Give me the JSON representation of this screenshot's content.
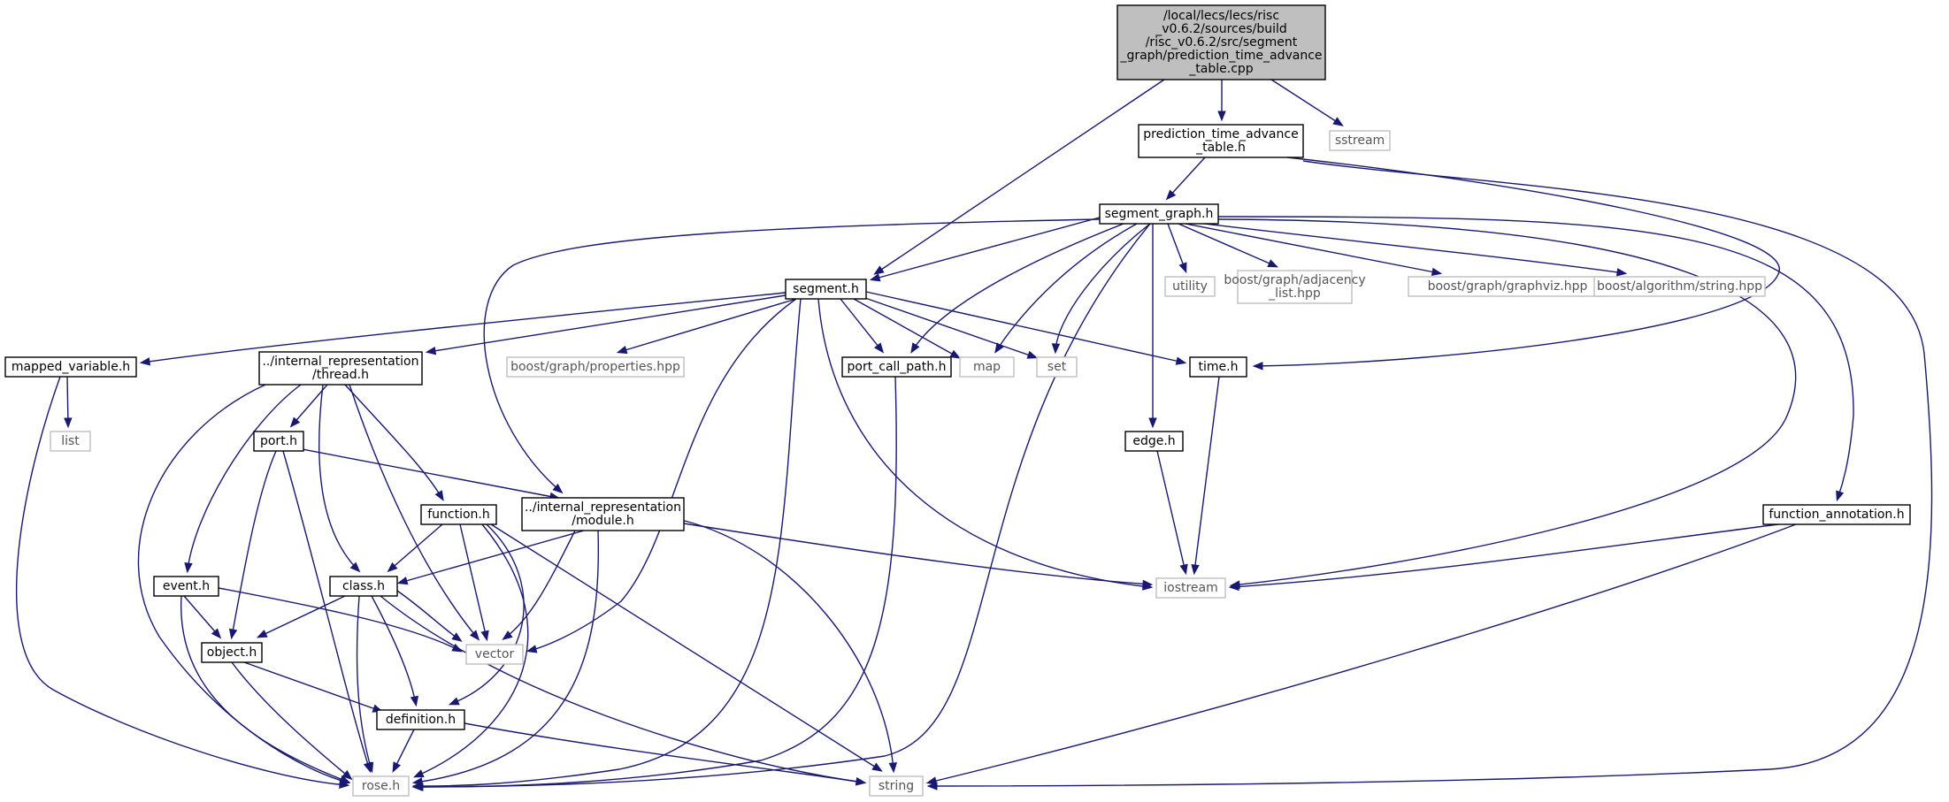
{
  "graph": {
    "colors": {
      "edge": "#191970",
      "root_fill": "#bfbfbf",
      "local_border": "#000000",
      "system_border": "#bfbfbf"
    },
    "nodes": [
      {
        "id": "root",
        "kind": "root",
        "lines": [
          "/local/lecs/lecs/risc",
          "_v0.6.2/sources/build",
          "/risc_v0.6.2/src/segment",
          "_graph/prediction_time_advance",
          "_table.cpp"
        ]
      },
      {
        "id": "ptat",
        "kind": "local",
        "lines": [
          "prediction_time_advance",
          "_table.h"
        ]
      },
      {
        "id": "sstream",
        "kind": "system",
        "lines": [
          "sstream"
        ]
      },
      {
        "id": "segment_graph",
        "kind": "local",
        "lines": [
          "segment_graph.h"
        ]
      },
      {
        "id": "segment",
        "kind": "local",
        "lines": [
          "segment.h"
        ]
      },
      {
        "id": "utility",
        "kind": "system",
        "lines": [
          "utility"
        ]
      },
      {
        "id": "adjacency",
        "kind": "system",
        "lines": [
          "boost/graph/adjacency",
          "_list.hpp"
        ]
      },
      {
        "id": "graphviz",
        "kind": "system",
        "lines": [
          "boost/graph/graphviz.hpp"
        ]
      },
      {
        "id": "algstring",
        "kind": "system",
        "lines": [
          "boost/algorithm/string.hpp"
        ]
      },
      {
        "id": "mapped_variable",
        "kind": "local",
        "lines": [
          "mapped_variable.h"
        ]
      },
      {
        "id": "thread",
        "kind": "local",
        "lines": [
          "../internal_representation",
          "/thread.h"
        ]
      },
      {
        "id": "properties",
        "kind": "system",
        "lines": [
          "boost/graph/properties.hpp"
        ]
      },
      {
        "id": "port_call_path",
        "kind": "local",
        "lines": [
          "port_call_path.h"
        ]
      },
      {
        "id": "map",
        "kind": "system",
        "lines": [
          "map"
        ]
      },
      {
        "id": "set",
        "kind": "system",
        "lines": [
          "set"
        ]
      },
      {
        "id": "time",
        "kind": "local",
        "lines": [
          "time.h"
        ]
      },
      {
        "id": "list",
        "kind": "system",
        "lines": [
          "list"
        ]
      },
      {
        "id": "port",
        "kind": "local",
        "lines": [
          "port.h"
        ]
      },
      {
        "id": "edge",
        "kind": "local",
        "lines": [
          "edge.h"
        ]
      },
      {
        "id": "function",
        "kind": "local",
        "lines": [
          "function.h"
        ]
      },
      {
        "id": "module",
        "kind": "local",
        "lines": [
          "../internal_representation",
          "/module.h"
        ]
      },
      {
        "id": "function_annotation",
        "kind": "local",
        "lines": [
          "function_annotation.h"
        ]
      },
      {
        "id": "event",
        "kind": "local",
        "lines": [
          "event.h"
        ]
      },
      {
        "id": "class",
        "kind": "local",
        "lines": [
          "class.h"
        ]
      },
      {
        "id": "iostream",
        "kind": "system",
        "lines": [
          "iostream"
        ]
      },
      {
        "id": "object",
        "kind": "local",
        "lines": [
          "object.h"
        ]
      },
      {
        "id": "vector",
        "kind": "system",
        "lines": [
          "vector"
        ]
      },
      {
        "id": "definition",
        "kind": "local",
        "lines": [
          "definition.h"
        ]
      },
      {
        "id": "rose",
        "kind": "system",
        "lines": [
          "rose.h"
        ]
      },
      {
        "id": "string",
        "kind": "system",
        "lines": [
          "string"
        ]
      }
    ],
    "edges": [
      [
        "root",
        "ptat"
      ],
      [
        "root",
        "sstream"
      ],
      [
        "root",
        "segment"
      ],
      [
        "ptat",
        "segment_graph"
      ],
      [
        "ptat",
        "time"
      ],
      [
        "ptat",
        "string"
      ],
      [
        "segment_graph",
        "segment"
      ],
      [
        "segment_graph",
        "utility"
      ],
      [
        "segment_graph",
        "adjacency"
      ],
      [
        "segment_graph",
        "graphviz"
      ],
      [
        "segment_graph",
        "algstring"
      ],
      [
        "segment_graph",
        "module"
      ],
      [
        "segment_graph",
        "port_call_path"
      ],
      [
        "segment_graph",
        "map"
      ],
      [
        "segment_graph",
        "set"
      ],
      [
        "segment_graph",
        "edge"
      ],
      [
        "segment_graph",
        "rose"
      ],
      [
        "segment_graph",
        "iostream"
      ],
      [
        "segment_graph",
        "function_annotation"
      ],
      [
        "segment",
        "mapped_variable"
      ],
      [
        "segment",
        "thread"
      ],
      [
        "segment",
        "properties"
      ],
      [
        "segment",
        "port_call_path"
      ],
      [
        "segment",
        "map"
      ],
      [
        "segment",
        "set"
      ],
      [
        "segment",
        "time"
      ],
      [
        "segment",
        "vector"
      ],
      [
        "segment",
        "rose"
      ],
      [
        "segment",
        "iostream"
      ],
      [
        "mapped_variable",
        "list"
      ],
      [
        "mapped_variable",
        "rose"
      ],
      [
        "thread",
        "port"
      ],
      [
        "thread",
        "function"
      ],
      [
        "thread",
        "event"
      ],
      [
        "thread",
        "class"
      ],
      [
        "thread",
        "vector"
      ],
      [
        "thread",
        "rose"
      ],
      [
        "port",
        "module"
      ],
      [
        "port",
        "object"
      ],
      [
        "port",
        "rose"
      ],
      [
        "port_call_path",
        "rose"
      ],
      [
        "time",
        "iostream"
      ],
      [
        "edge",
        "iostream"
      ],
      [
        "function",
        "class"
      ],
      [
        "function",
        "vector"
      ],
      [
        "function",
        "definition"
      ],
      [
        "function",
        "rose"
      ],
      [
        "function",
        "string"
      ],
      [
        "module",
        "class"
      ],
      [
        "module",
        "vector"
      ],
      [
        "module",
        "rose"
      ],
      [
        "module",
        "string"
      ],
      [
        "module",
        "iostream"
      ],
      [
        "function_annotation",
        "iostream"
      ],
      [
        "function_annotation",
        "string"
      ],
      [
        "event",
        "object"
      ],
      [
        "event",
        "vector"
      ],
      [
        "event",
        "rose"
      ],
      [
        "class",
        "object"
      ],
      [
        "class",
        "vector"
      ],
      [
        "class",
        "definition"
      ],
      [
        "class",
        "rose"
      ],
      [
        "class",
        "string"
      ],
      [
        "object",
        "definition"
      ],
      [
        "object",
        "rose"
      ],
      [
        "definition",
        "rose"
      ],
      [
        "definition",
        "string"
      ]
    ]
  }
}
